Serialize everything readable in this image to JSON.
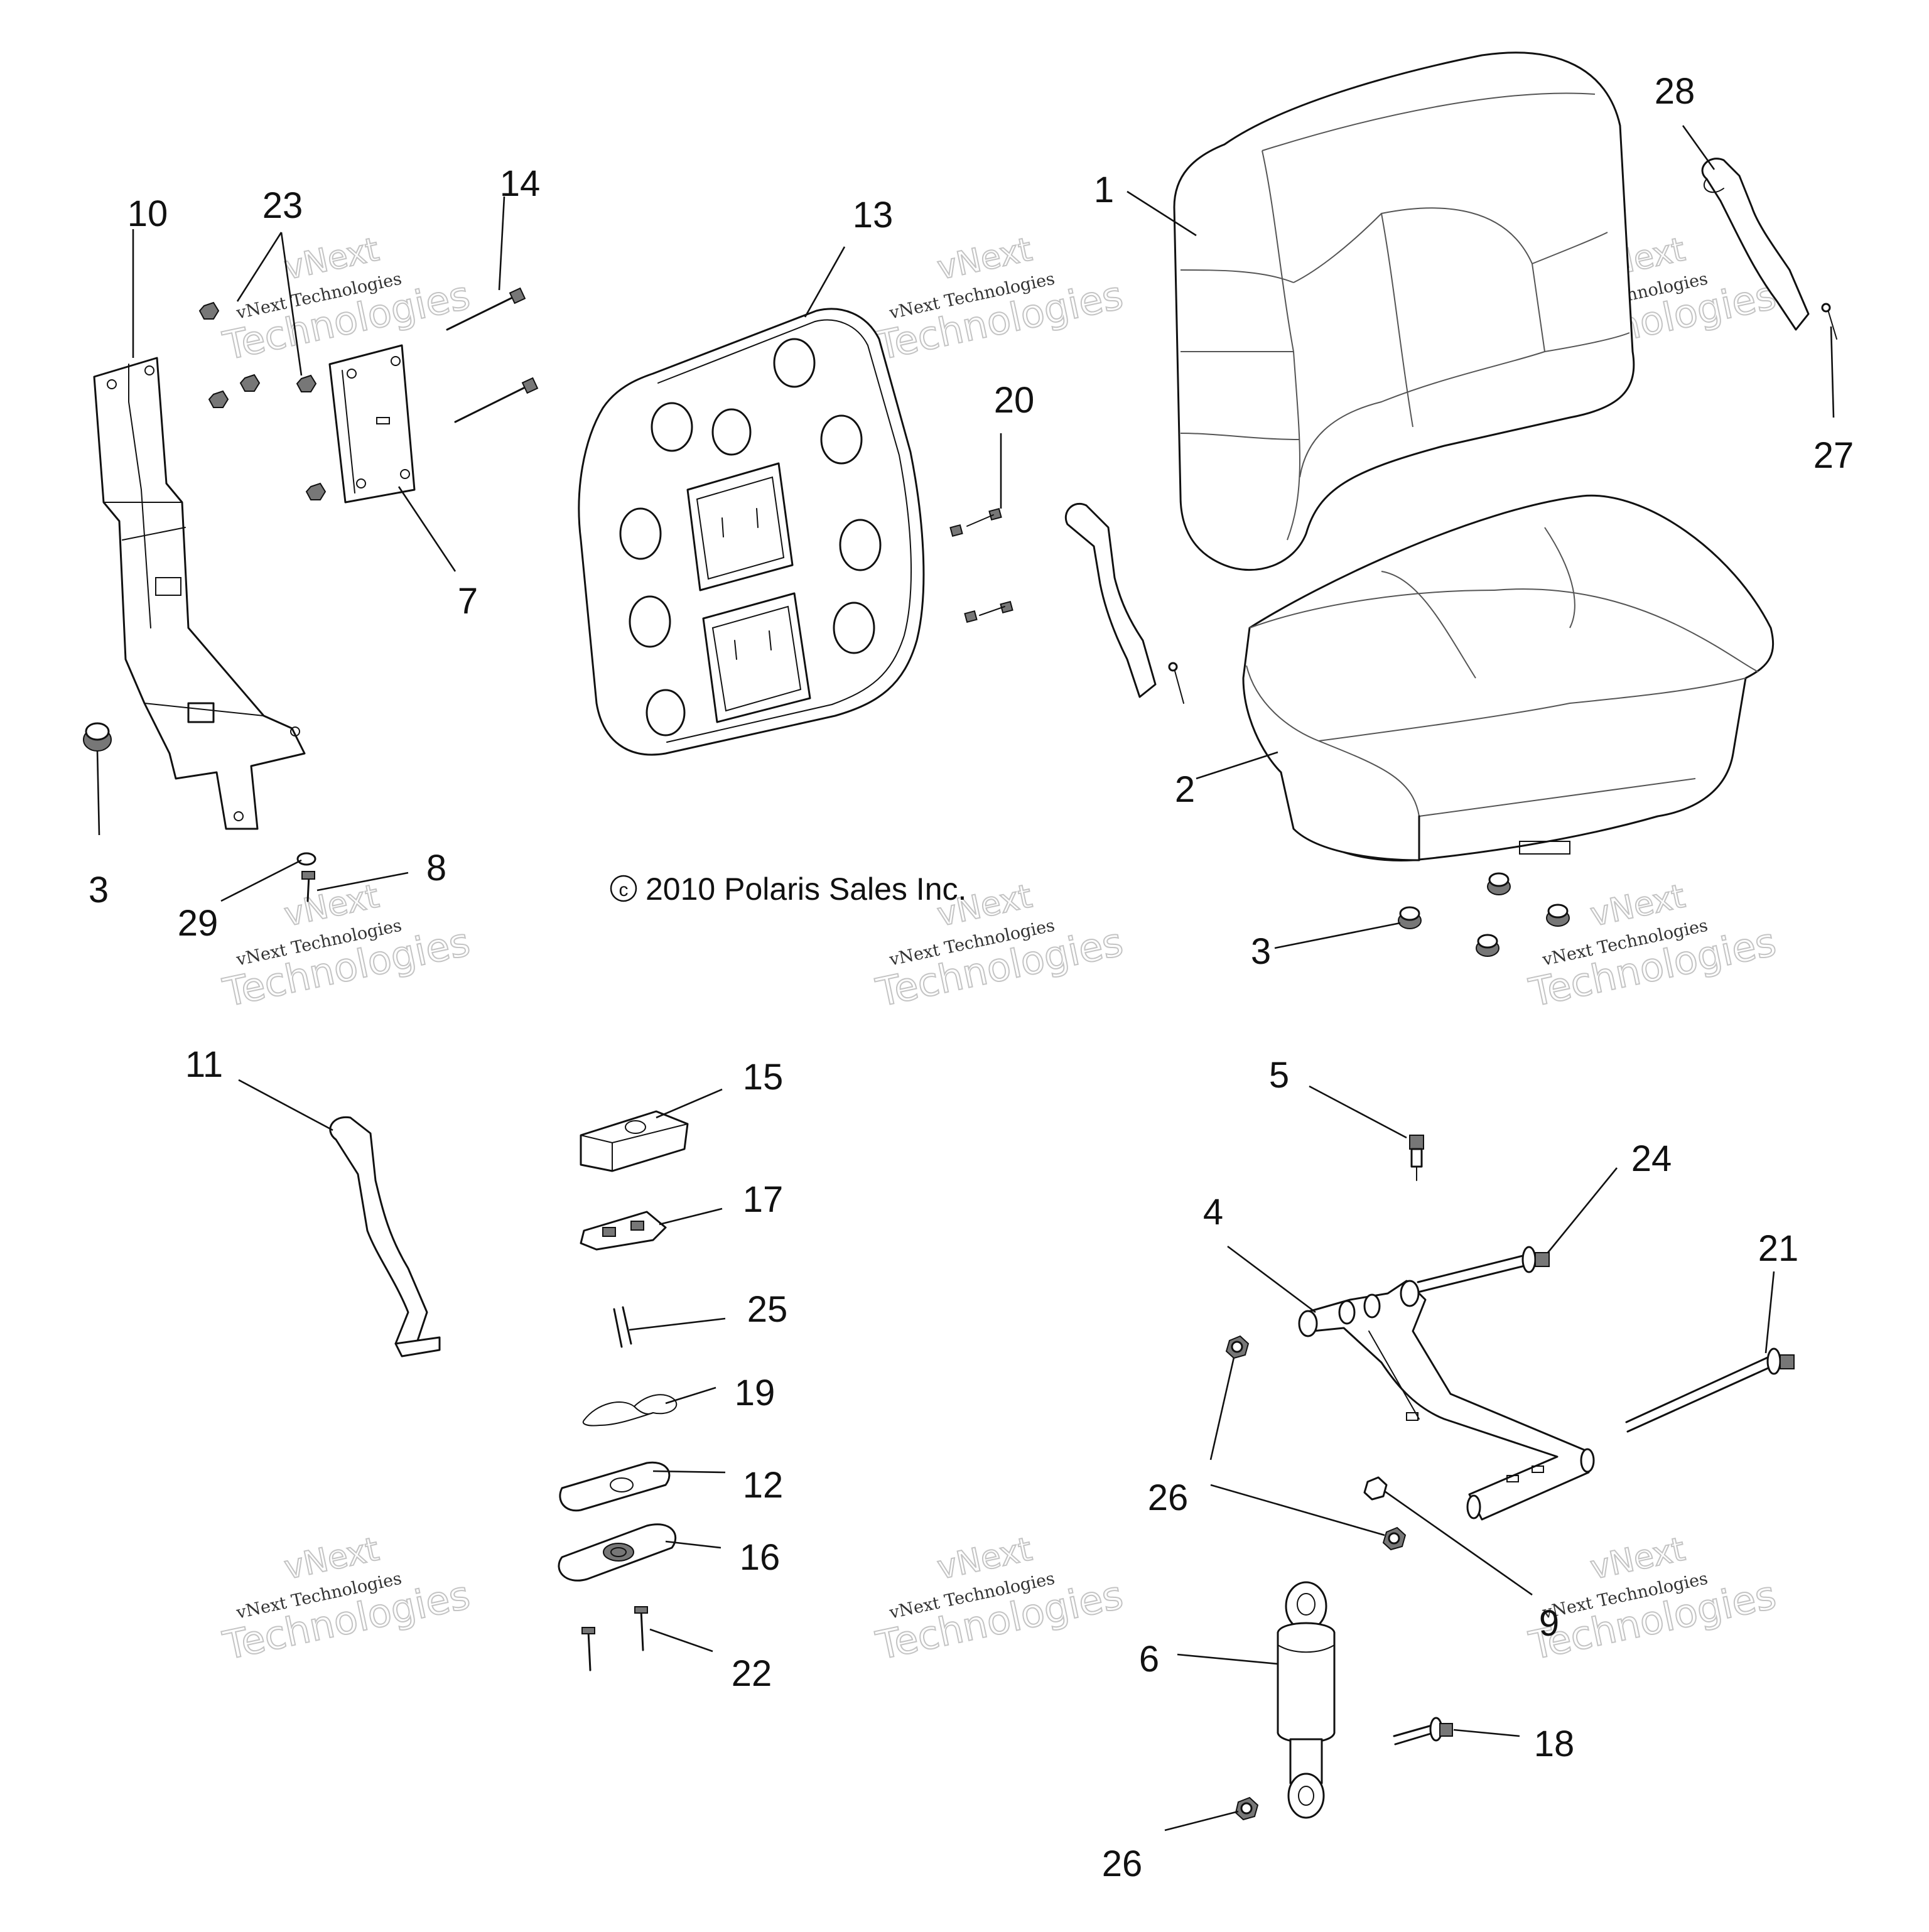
{
  "diagram": {
    "copyright": "2010 Polaris Sales Inc.",
    "copyright_symbol": "c",
    "watermark": {
      "line1": "vNext",
      "line2": "vNext Technologies",
      "line3": "Technologies"
    },
    "callouts": {
      "c1": "1",
      "c2": "2",
      "c3a": "3",
      "c3b": "3",
      "c4": "4",
      "c5": "5",
      "c6": "6",
      "c7": "7",
      "c8": "8",
      "c9": "9",
      "c10": "10",
      "c11": "11",
      "c12": "12",
      "c13": "13",
      "c14": "14",
      "c15": "15",
      "c16": "16",
      "c17": "17",
      "c18": "18",
      "c19": "19",
      "c20": "20",
      "c21": "21",
      "c22": "22",
      "c23": "23",
      "c24": "24",
      "c25": "25",
      "c26a": "26",
      "c26b": "26",
      "c27": "27",
      "c28": "28",
      "c29": "29"
    }
  }
}
